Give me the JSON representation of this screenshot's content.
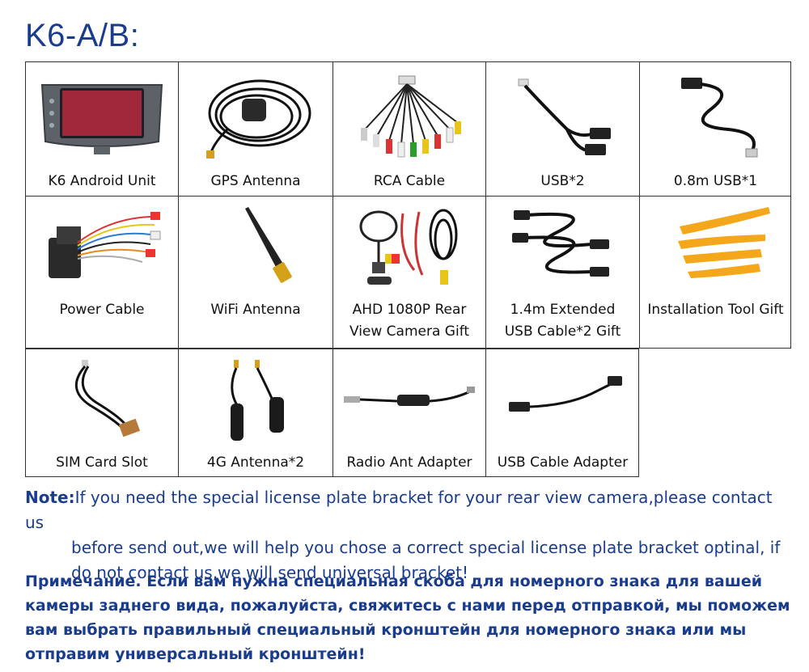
{
  "title": "K6-A/B:",
  "items": [
    {
      "label": "K6 Android Unit",
      "icon": "android-unit-icon"
    },
    {
      "label": "GPS Antenna",
      "icon": "gps-antenna-icon"
    },
    {
      "label": "RCA Cable",
      "icon": "rca-cable-icon"
    },
    {
      "label": "USB*2",
      "icon": "usb-cable-icon"
    },
    {
      "label": "0.8m USB*1",
      "icon": "usb-cable-icon"
    },
    {
      "label": "Power Cable",
      "icon": "power-cable-icon"
    },
    {
      "label": "WiFi Antenna",
      "icon": "wifi-antenna-icon"
    },
    {
      "label_line1": "AHD 1080P Rear",
      "label_line2": "View Camera Gift",
      "icon": "rear-camera-icon"
    },
    {
      "label_line1": "1.4m Extended",
      "label_line2": "USB Cable*2 Gift",
      "icon": "usb-extension-cable-icon"
    },
    {
      "label": "Installation Tool Gift",
      "icon": "pry-tool-icon"
    },
    {
      "label": "SIM Card Slot",
      "icon": "sim-slot-cable-icon"
    },
    {
      "label": "4G Antenna*2",
      "icon": "4g-antenna-icon"
    },
    {
      "label": "Radio Ant Adapter",
      "icon": "radio-adapter-icon"
    },
    {
      "label": "USB Cable Adapter",
      "icon": "usb-adapter-icon"
    }
  ],
  "note": {
    "label": "Note:",
    "line1": "If you need the special license plate bracket for your rear view camera,please contact us",
    "line2": "before send out,we will help you chose a correct special license plate bracket optinal, if",
    "line3": "do not contact us,we will send universal bracket!"
  },
  "ru_note": {
    "line1": "Примечание. Если вам нужна специальная скоба для номерного знака для вашей",
    "line2": "камеры заднего вида, пожалуйста, свяжитесь с нами перед отправкой, мы поможем",
    "line3": "вам выбрать правильный специальный кронштейн для номерного знака или мы",
    "line4": "отправим универсальный кронштейн!"
  }
}
